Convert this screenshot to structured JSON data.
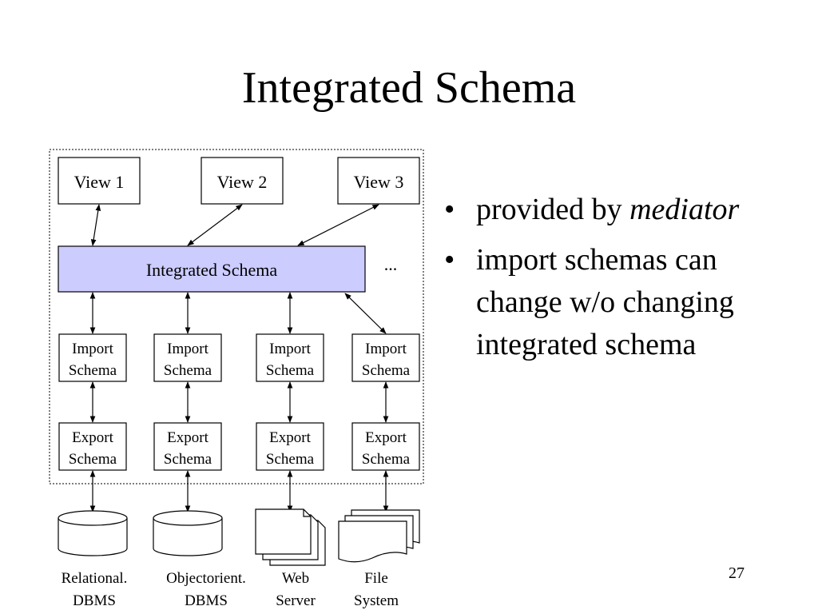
{
  "slide": {
    "title": "Integrated Schema",
    "page_number": "27"
  },
  "diagram": {
    "views": [
      "View 1",
      "View 2",
      "View 3"
    ],
    "integrated_schema": "Integrated Schema",
    "ellipsis": "...",
    "import_schemas": [
      {
        "line1": "Import",
        "line2": "Schema"
      },
      {
        "line1": "Import",
        "line2": "Schema"
      },
      {
        "line1": "Import",
        "line2": "Schema"
      },
      {
        "line1": "Import",
        "line2": "Schema"
      }
    ],
    "export_schemas": [
      {
        "line1": "Export",
        "line2": "Schema"
      },
      {
        "line1": "Export",
        "line2": "Schema"
      },
      {
        "line1": "Export",
        "line2": "Schema"
      },
      {
        "line1": "Export",
        "line2": "Schema"
      }
    ],
    "sources": [
      {
        "line1": "Relational.",
        "line2": "DBMS",
        "icon": "database-icon"
      },
      {
        "line1": "Objectorient.",
        "line2": "DBMS",
        "icon": "database-icon"
      },
      {
        "line1": "Web",
        "line2": "Server",
        "icon": "documents-icon"
      },
      {
        "line1": "File",
        "line2": "System",
        "icon": "documents-icon"
      }
    ],
    "colors": {
      "integrated_fill": "#ccccff"
    }
  },
  "bullets": [
    {
      "text": "provided by ",
      "emphasis": "mediator"
    },
    {
      "text": "import schemas can change w/o changing integrated schema"
    }
  ]
}
